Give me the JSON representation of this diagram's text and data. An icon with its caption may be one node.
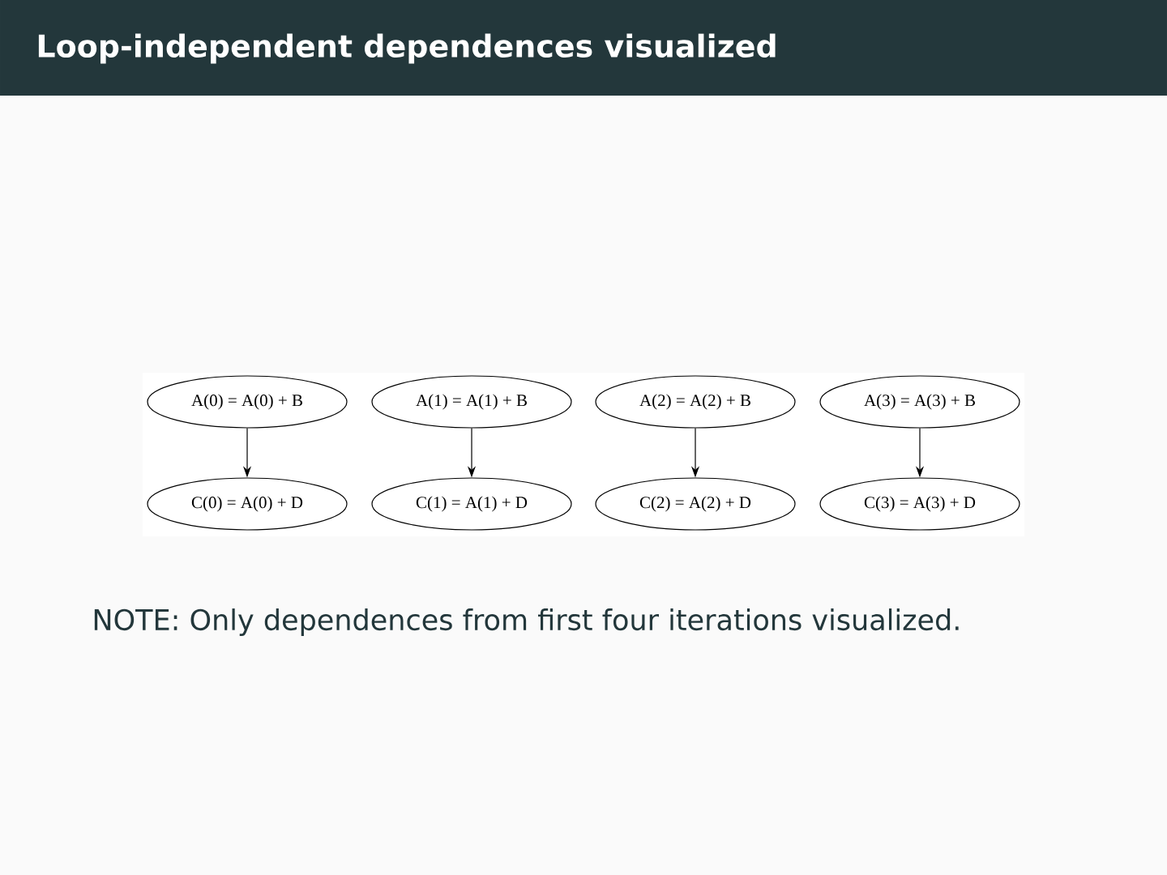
{
  "diagram": {
    "title": "Loop-independent dependences visualized",
    "nodes": [
      {
        "text": [
          "A(0) = A(0) + B"
        ]
      },
      {
        "text": [
          "A(1) = A(1) + B"
        ]
      },
      {
        "text": [
          "A(2) = A(2) + B"
        ]
      },
      {
        "text": [
          "A(3) = A(3) + B"
        ]
      },
      {
        "text": [
          "C(0) = A(0) + D"
        ]
      },
      {
        "text": [
          "C(1) = A(1) + D"
        ]
      },
      {
        "text": [
          "C(2) = A(2) + D"
        ]
      },
      {
        "text": [
          "C(3) = A(3) + D"
        ]
      }
    ],
    "edges": [
      {
        "from": 0,
        "to": 4,
        "arrow": "to"
      },
      {
        "from": 1,
        "to": 5,
        "arrow": "to"
      },
      {
        "from": 2,
        "to": 6,
        "arrow": "to"
      },
      {
        "from": 3,
        "to": 7,
        "arrow": "to"
      }
    ],
    "labels": [
      "NOTE: Only dependences from first four iterations visualized."
    ]
  }
}
